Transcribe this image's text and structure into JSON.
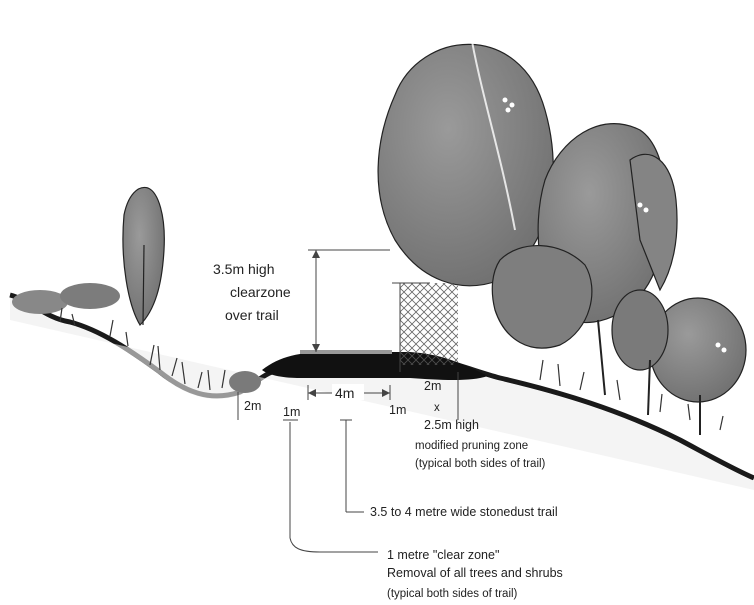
{
  "labels": {
    "clearzone_line1": "3.5m high",
    "clearzone_line2": "clearzone",
    "clearzone_line3": "over trail",
    "trail_width": "4m",
    "left_clear": "1m",
    "left_buffer": "2m",
    "right_clear": "1m",
    "right_buffer": "2m",
    "pruning_x": "x",
    "pruning_line1": "2.5m high",
    "pruning_line2": "modified pruning zone",
    "pruning_line3": "(typical both sides of trail)",
    "stonedust": "3.5 to 4 metre wide stonedust trail",
    "clear_zone_line1": "1 metre \"clear zone\"",
    "clear_zone_line2": "Removal of all trees and shrubs",
    "clear_zone_line3": "(typical both sides of trail)"
  },
  "colors": {
    "foliage": "#8a8a8a",
    "foliage_dark": "#6f6f6f",
    "ground": "#1a1a1a",
    "trail": "#111111"
  }
}
